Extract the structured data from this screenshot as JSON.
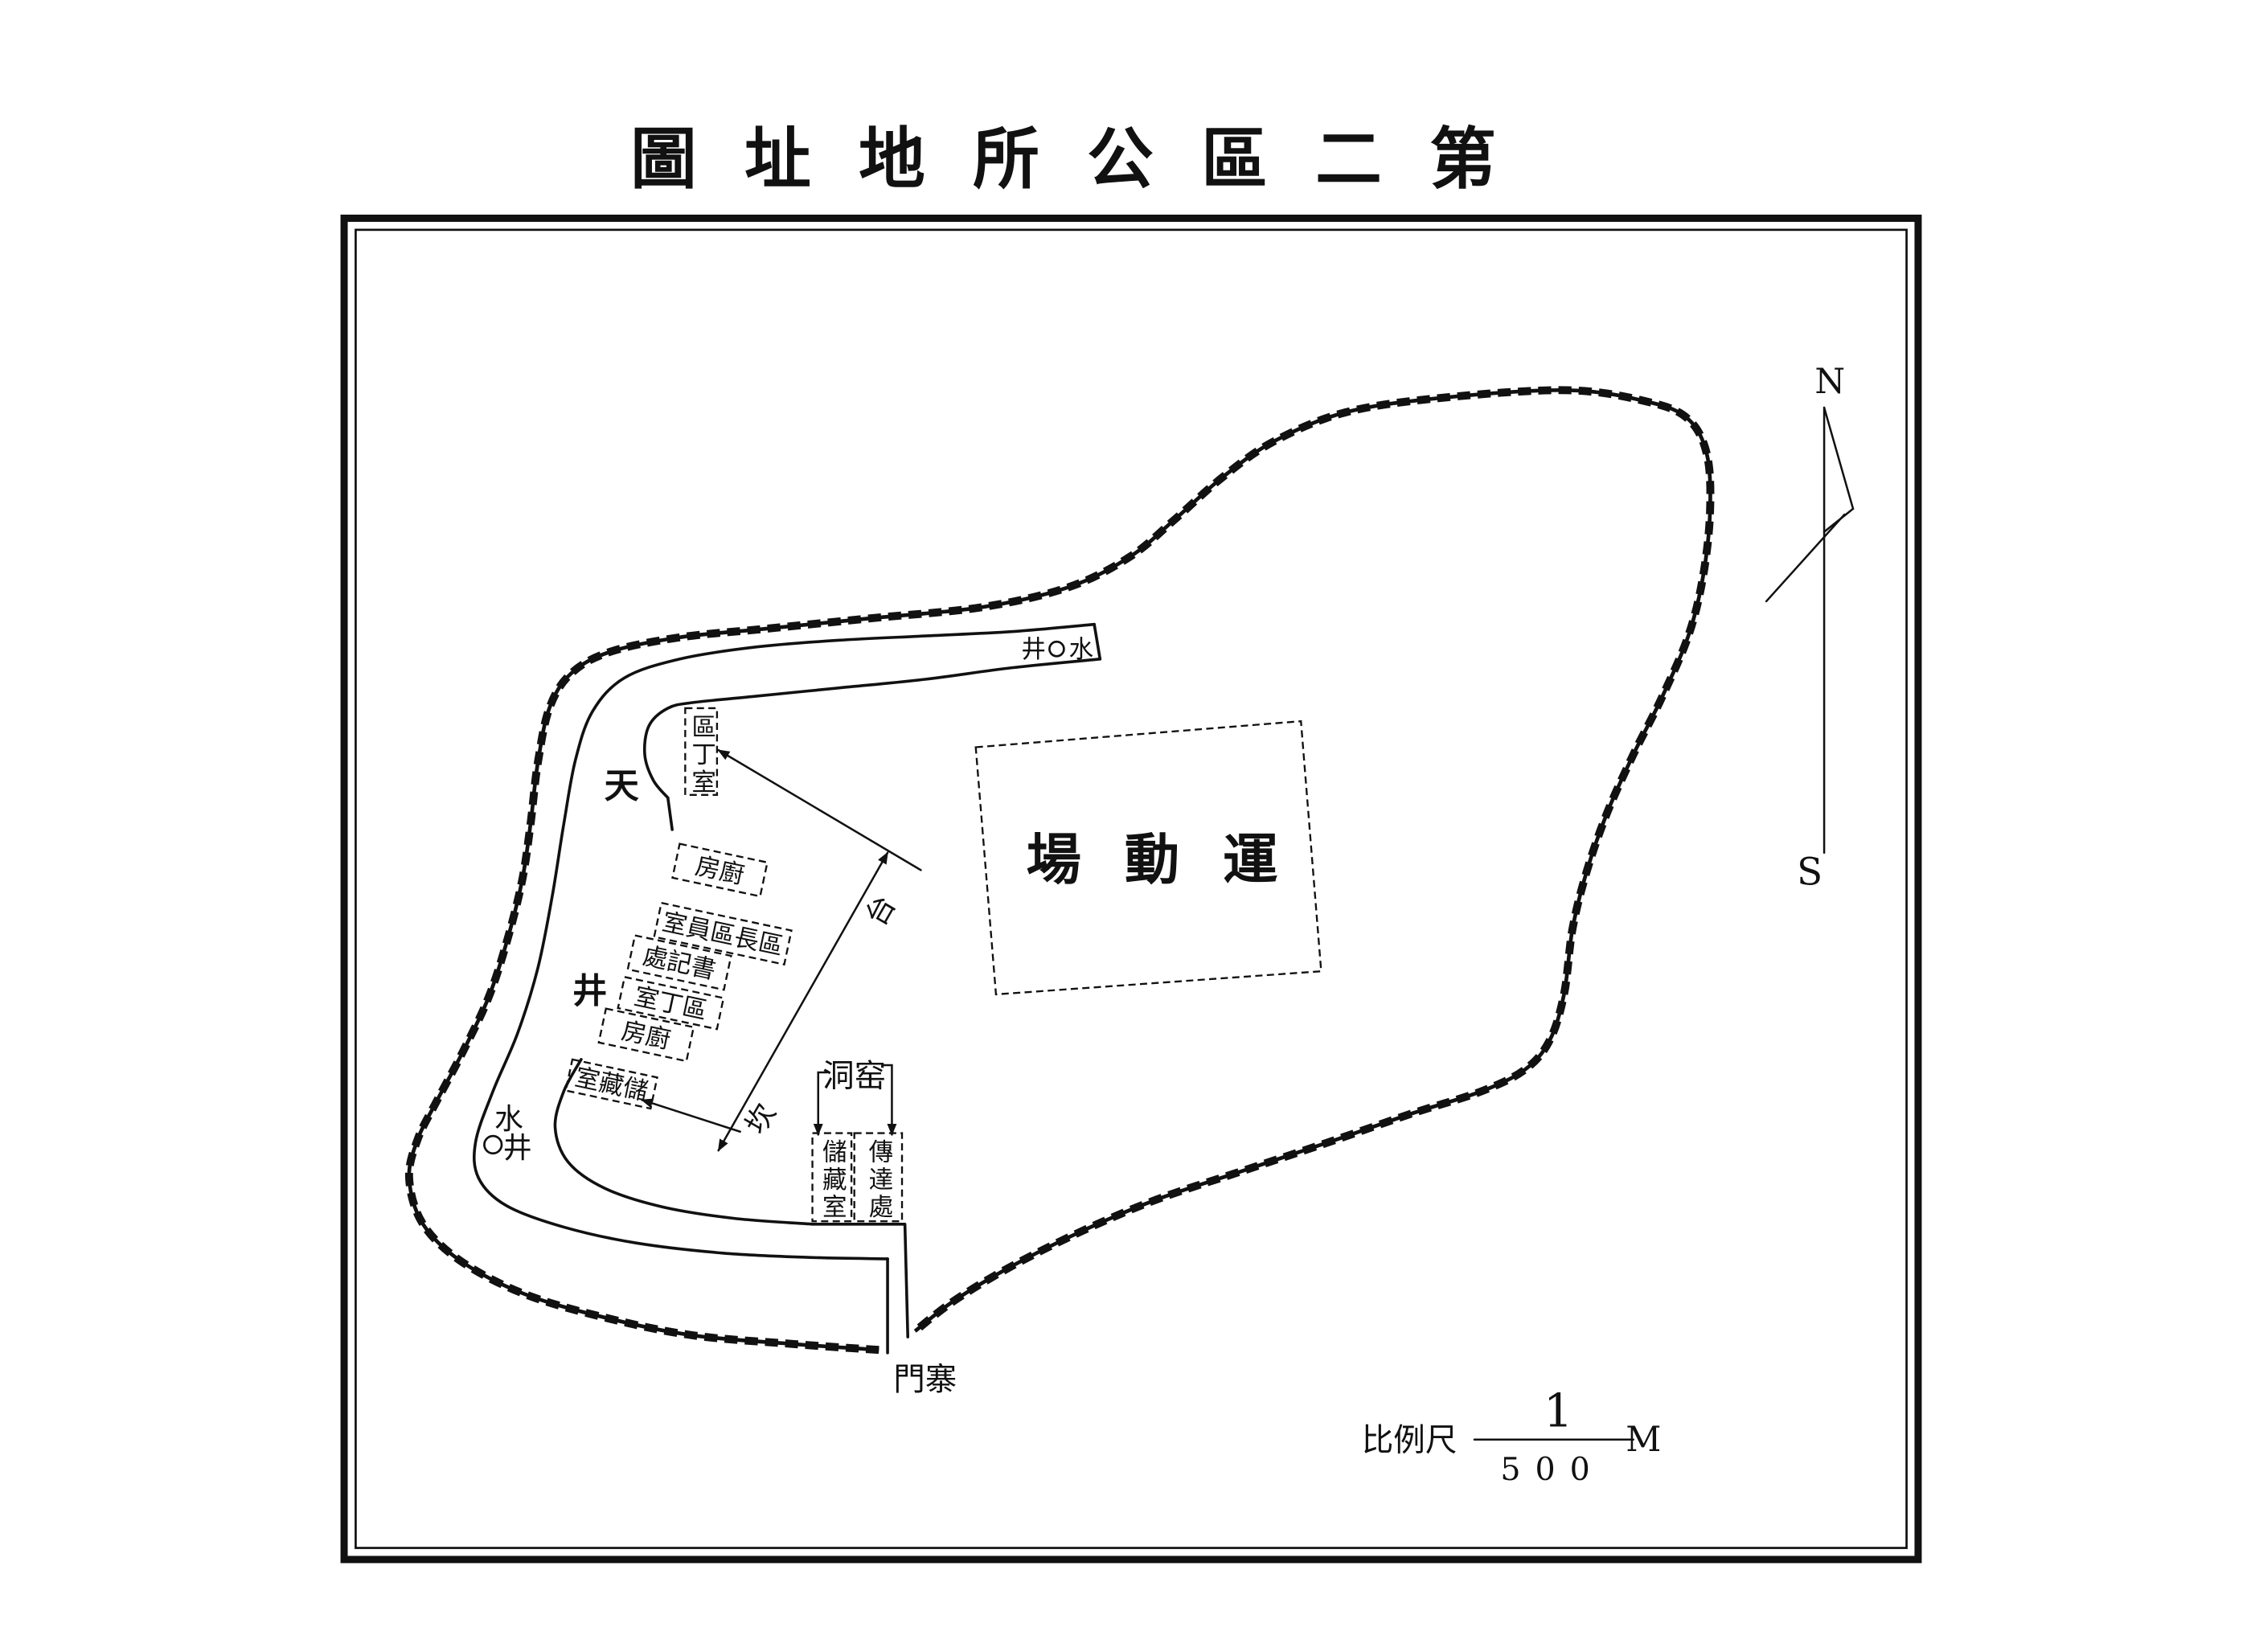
{
  "title": "第二區公所地址圖",
  "athletic_field": {
    "label": "運動場"
  },
  "gate": {
    "label": "寨門"
  },
  "courtyard": {
    "char_1": "天",
    "char_2": "井"
  },
  "well_northeast": {
    "char_1": "水",
    "char_2": "井"
  },
  "well_southwest": {
    "char_1": "水",
    "char_2": "井"
  },
  "guard_room_north": {
    "label": "區丁室"
  },
  "west_rooms": [
    "廚房",
    "區長區員室",
    "書記處",
    "區丁室",
    "廚房",
    "儲藏室"
  ],
  "cave_dwelling": {
    "label": "窑洞",
    "rooms": [
      "儲藏室",
      "傳達處"
    ]
  },
  "bank_labels": [
    "台",
    "坎"
  ],
  "compass": {
    "north": "N",
    "south": "S"
  },
  "scale": {
    "label": "比例尺",
    "numerator": "1",
    "denominator": "500",
    "unit": "M"
  },
  "colors": {
    "ink": "#111111",
    "paper": "#ffffff"
  }
}
